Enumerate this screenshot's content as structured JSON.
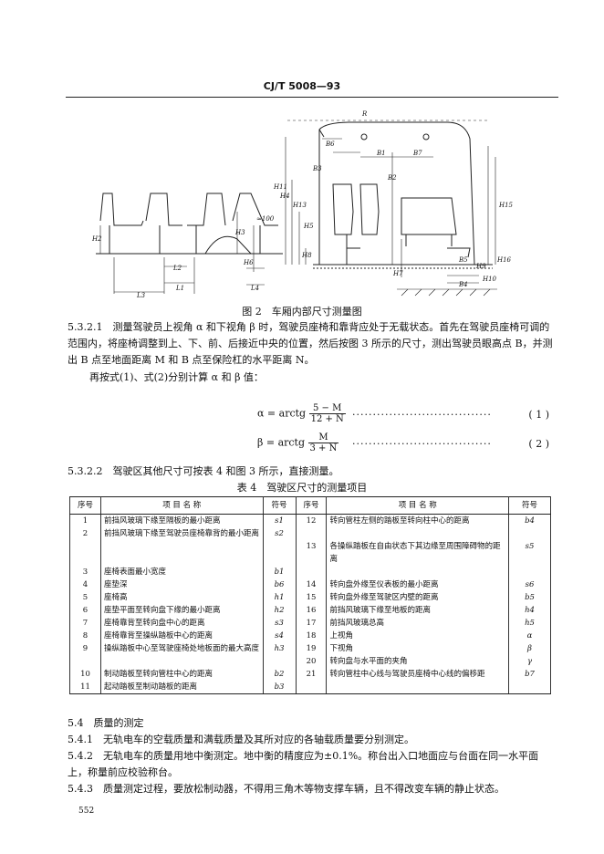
{
  "header": {
    "standard_no": "CJ/T 5008—93"
  },
  "figure": {
    "caption": "图 2　车厢内部尺寸测量图",
    "labels": [
      "R",
      "B6",
      "B3",
      "B1",
      "B7",
      "B2",
      "H11",
      "H4",
      "H13",
      "H5",
      "H3",
      "H2",
      "H6",
      "H8",
      "H7",
      "H9",
      "H10",
      "L1",
      "L2",
      "L3",
      "L4",
      "B4",
      "B5",
      "H15",
      "H16",
      "≈100"
    ]
  },
  "paragraphs": {
    "p5321": "5.3.2.1　测量驾驶员上视角 α 和下视角 β 时，驾驶员座椅和靠背应处于无载状态。首先在驾驶员座椅可调的范围内，将座椅调整到上、下、前、后接近中央的位置，然后按图 3 所示的尺寸，测出驾驶员眼高点 B，并测出 B 点至地面距离 M 和 B 点至保险杠的水平距离 N。",
    "p_calc": "再按式(1)、式(2)分别计算 α 和 β 值：",
    "p5322": "5.3.2.2　驾驶区其他尺寸可按表 4 和图 3 所示，直接测量。",
    "p54": "5.4　质量的测定",
    "p541": "5.4.1　无轨电车的空载质量和满载质量及其所对应的各轴载质量要分别测定。",
    "p542": "5.4.2　无轨电车的质量用地中衡测定。地中衡的精度应为±0.1%。称台出入口地面应与台面在同一水平面上，称量前应校验称台。",
    "p543": "5.4.3　质量测定过程，要放松制动器，不得用三角木等物支撑车辆，且不得改变车辆的静止状态。"
  },
  "formulas": [
    {
      "lhs": "α = arctg",
      "num": "5 − M",
      "den": "12 + N",
      "no": "( 1 )"
    },
    {
      "lhs": "β = arctg",
      "num": "M",
      "den": "3 + N",
      "no": "( 2 )"
    }
  ],
  "table": {
    "title": "表 4　驾驶区尺寸的测量项目",
    "headers": [
      "序号",
      "项 目 名 称",
      "符号",
      "序号",
      "项 目 名 称",
      "符号"
    ],
    "left": [
      {
        "no": "1",
        "name": "前挡风玻璃下缘至隔板的最小距离",
        "sym": "s1"
      },
      {
        "no": "2",
        "name": "前挡风玻璃下缘至驾驶员座椅靠背的最小距离",
        "sym": "s2"
      },
      {
        "no": "3",
        "name": "座椅表面最小宽度",
        "sym": "b1"
      },
      {
        "no": "4",
        "name": "座垫深",
        "sym": "b6"
      },
      {
        "no": "5",
        "name": "座椅高",
        "sym": "h1"
      },
      {
        "no": "6",
        "name": "座垫平面至转向盘下缘的最小距离",
        "sym": "h2"
      },
      {
        "no": "7",
        "name": "座椅靠背至转向盘中心的距离",
        "sym": "s3"
      },
      {
        "no": "8",
        "name": "座椅靠背至操纵踏板中心的距离",
        "sym": "s4"
      },
      {
        "no": "9",
        "name": "操纵踏板中心至驾驶座椅处地板面的最大高度",
        "sym": "h3"
      },
      {
        "no": "10",
        "name": "制动踏板至转向管柱中心的距离",
        "sym": "b2"
      },
      {
        "no": "11",
        "name": "起动踏板至制动踏板的距离",
        "sym": "b3"
      }
    ],
    "right": [
      {
        "no": "12",
        "name": "转向管柱左侧的踏板至转向柱中心的距离",
        "sym": "b4"
      },
      {
        "no": "13",
        "name": "各操纵踏板在自由状态下其边缘至周围障碍物的距离",
        "sym": "s5"
      },
      {
        "no": "14",
        "name": "转向盘外缘至仪表板的最小距离",
        "sym": "s6"
      },
      {
        "no": "15",
        "name": "转向盘外缘至驾驶区内壁的距离",
        "sym": "b5"
      },
      {
        "no": "16",
        "name": "前挡风玻璃下缘至地板的距离",
        "sym": "h4"
      },
      {
        "no": "17",
        "name": "前挡风玻璃总高",
        "sym": "h5"
      },
      {
        "no": "18",
        "name": "上视角",
        "sym": "α"
      },
      {
        "no": "19",
        "name": "下视角",
        "sym": "β"
      },
      {
        "no": "20",
        "name": "转向盘与水平面的夹角",
        "sym": "γ"
      },
      {
        "no": "21",
        "name": "转向管柱中心线与驾驶员座椅中心线的偏移距",
        "sym": "b7"
      }
    ]
  },
  "footer": {
    "page_number": "552"
  }
}
